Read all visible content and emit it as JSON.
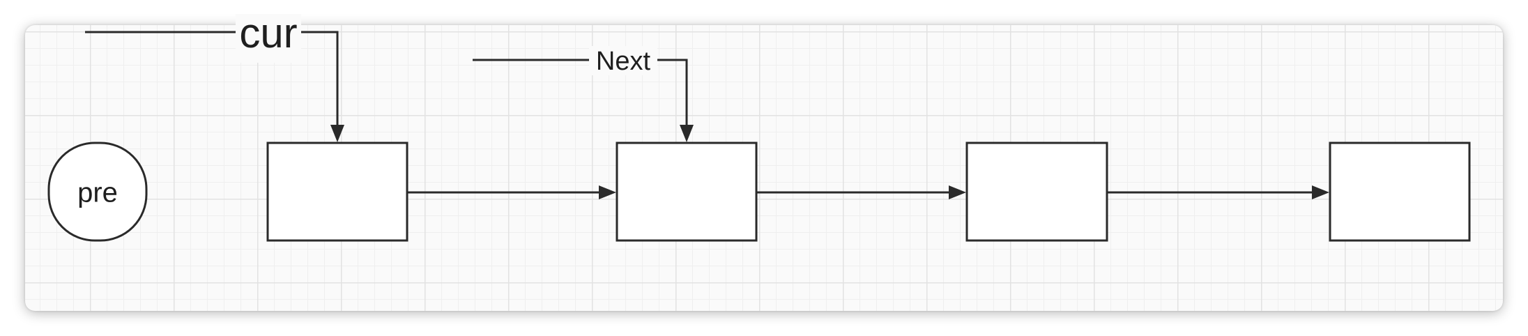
{
  "diagram": {
    "pointers": {
      "pre": "pre",
      "cur": "cur",
      "next": "Next"
    },
    "colors": {
      "stroke": "#2a2a2a",
      "node_fill": "#ffffff",
      "canvas": "#fafafa",
      "grid": "#e2e2e2"
    },
    "nodes": [
      "list-node-1",
      "list-node-2",
      "list-node-3",
      "list-node-4"
    ],
    "edges": [
      {
        "from": "cur-label",
        "to": "list-node-1"
      },
      {
        "from": "next-label",
        "to": "list-node-2"
      },
      {
        "from": "list-node-1",
        "to": "list-node-2"
      },
      {
        "from": "list-node-2",
        "to": "list-node-3"
      },
      {
        "from": "list-node-3",
        "to": "list-node-4"
      }
    ]
  }
}
